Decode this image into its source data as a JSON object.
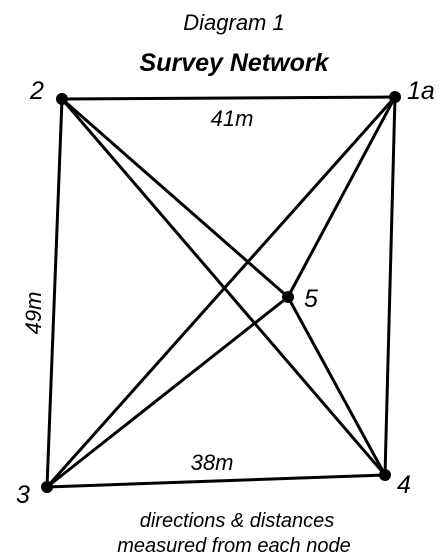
{
  "figure": {
    "caption": "Diagram 1",
    "title": "Survey Network",
    "footnote_line1": "directions & distances",
    "footnote_line2": "measured from each node"
  },
  "nodes": [
    {
      "id": "1a",
      "label": "1a"
    },
    {
      "id": "2",
      "label": "2"
    },
    {
      "id": "3",
      "label": "3"
    },
    {
      "id": "4",
      "label": "4"
    },
    {
      "id": "5",
      "label": "5"
    }
  ],
  "edges": [
    {
      "from": "2",
      "to": "1a",
      "label": "41m"
    },
    {
      "from": "2",
      "to": "3",
      "label": "49m"
    },
    {
      "from": "3",
      "to": "4",
      "label": "38m"
    },
    {
      "from": "1a",
      "to": "4",
      "label": ""
    },
    {
      "from": "2",
      "to": "4",
      "label": ""
    },
    {
      "from": "2",
      "to": "5",
      "label": ""
    },
    {
      "from": "3",
      "to": "1a",
      "label": ""
    },
    {
      "from": "3",
      "to": "5",
      "label": ""
    },
    {
      "from": "1a",
      "to": "5",
      "label": ""
    },
    {
      "from": "5",
      "to": "4",
      "label": ""
    }
  ],
  "colors": {
    "ink": "#000000",
    "background": "#ffffff"
  }
}
